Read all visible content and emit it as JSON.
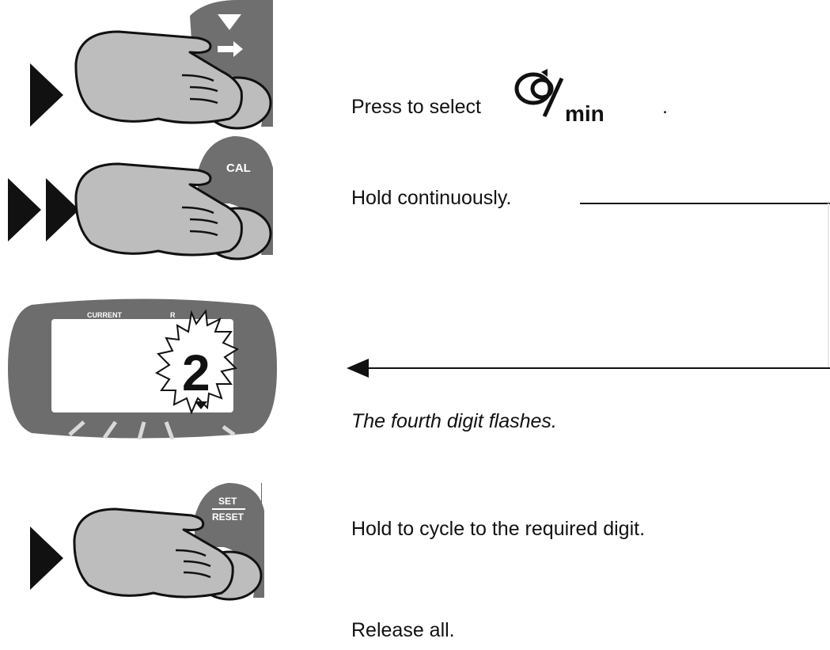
{
  "steps": [
    {
      "text": "Press to select",
      "suffix": ".",
      "unit_label": "min",
      "icon": "speed-per-min-icon",
      "button": "down-arrow-button"
    },
    {
      "text": "Hold continuously.",
      "button": "cal-button",
      "button_label": "CAL"
    },
    {
      "text": "The fourth digit flashes.",
      "display_digit": "2",
      "display_label_left": "CURRENT",
      "display_label_right": "R"
    },
    {
      "text": "Hold to cycle to the required digit.",
      "button": "set-reset-button",
      "button_label_top": "SET",
      "button_label_bottom": "RESET"
    },
    {
      "text": "Release all."
    }
  ],
  "colors": {
    "ink": "#111111",
    "button_gray": "#6f6f6f",
    "hand_gray": "#bdbdbd",
    "display_gray": "#6d6d6d",
    "screen": "#ffffff"
  }
}
